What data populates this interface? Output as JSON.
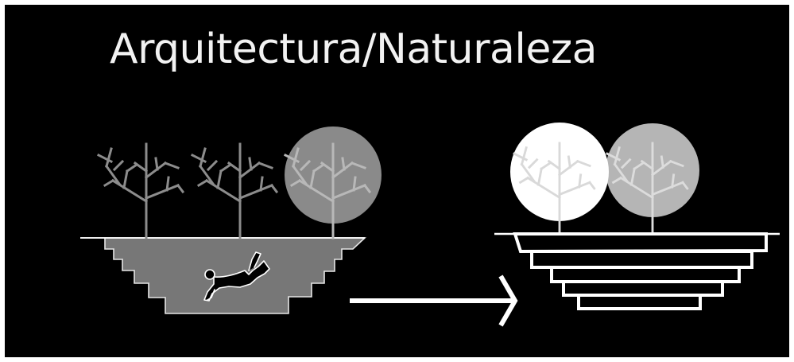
{
  "title": "Arquitectura/Naturaleza",
  "colors": {
    "background": "#000000",
    "title_text": "#f2f2f2",
    "excavation_fill": "#777777",
    "bare_tree": "#8c8c8c",
    "grey_canopy": "#8a8a8a",
    "white_canopy": "#ffffff",
    "light_canopy": "#b5b5b5",
    "line": "#ffffff",
    "figure": "#000000"
  },
  "left_scene": {
    "trees": [
      "bare-tree",
      "bare-tree",
      "tree-with-grey-canopy"
    ],
    "ground": "stepped-excavation",
    "figure": "falling-person-icon"
  },
  "transition": {
    "icon": "arrow-right-icon"
  },
  "right_scene": {
    "trees": [
      "tree-with-white-canopy",
      "tree-with-light-grey-canopy"
    ],
    "ground": "stacked-terrace-platforms"
  }
}
